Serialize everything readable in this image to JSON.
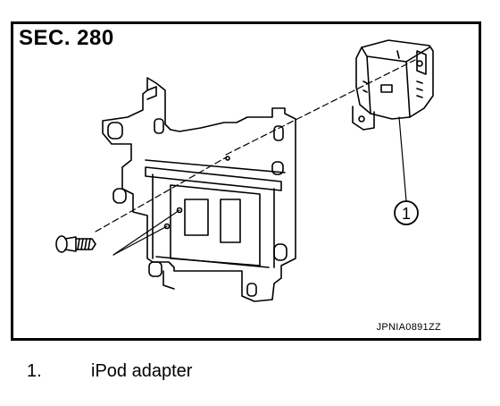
{
  "figure": {
    "section_label": "SEC. 280",
    "figure_code": "JPNIA0891ZZ",
    "callout_number": "1"
  },
  "legend": [
    {
      "number": "1.",
      "text": "iPod adapter"
    }
  ],
  "icons": [
    "screw-icon",
    "bracket-icon",
    "ipod-adapter-icon"
  ],
  "colors": {
    "line": "#000000",
    "background": "#ffffff"
  }
}
